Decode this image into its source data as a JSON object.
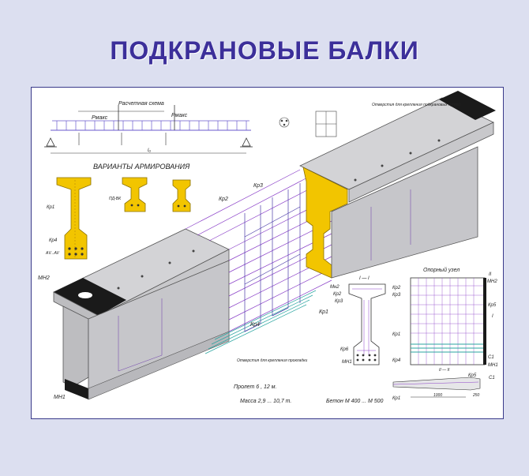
{
  "poster": {
    "title": "ПОДКРАНОВЫЕ БАЛКИ",
    "bg_color": "#dcdff0",
    "title_color": "#3c2f9a",
    "accent_color": "#f2c500"
  },
  "scheme": {
    "title": "Расчетная схема",
    "reaction_left": "Pмакс",
    "reaction_right": "Pмакс",
    "span_label": "l₀"
  },
  "variants_title": "ВАРИАНТЫ АРМИРОВАНИЯ",
  "section_labels": {
    "kr1": "Кр1",
    "kr4": "Кр4",
    "av": "АV...AV",
    "pdk": "ПД-ВК"
  },
  "beam_labels": {
    "mn2_left": "МН2",
    "mn1_left": "МН1",
    "kr2": "Кр2",
    "kr3": "Кр3",
    "kr4": "Кр4",
    "kr1": "Кр1",
    "mn2_mid": "Мн2",
    "kr2_mid": "Кр2",
    "kr3_mid": "Кр3",
    "holes_top": "Отверстия для крепления подкрановых путей",
    "holes_bottom": "Отверстия для крепления прокладки"
  },
  "cross_section": {
    "title": "I — I",
    "kr6": "Кр6",
    "mn1": "МН1"
  },
  "support_node": {
    "title": "Опорный узел",
    "kr2": "Кр2",
    "kr3": "Кр3",
    "kr1": "Кр1",
    "kr4": "Кр4",
    "kr5": "Кр5",
    "c1": "С1",
    "mn1": "МН1",
    "mn2": "МН2",
    "section_mark": "II",
    "section_mark_small": "I",
    "detail_title": "II — II",
    "kr5b": "Кр5",
    "c1b": "С1",
    "kr1b": "Кр1",
    "dim_1000": "1000",
    "dim_250": "250"
  },
  "specs": {
    "span": "Пролет 6 , 12 м.",
    "mass": "Масса 2,9 ... 10,7 т.",
    "concrete": "Бетон М 400 ... М 500"
  }
}
